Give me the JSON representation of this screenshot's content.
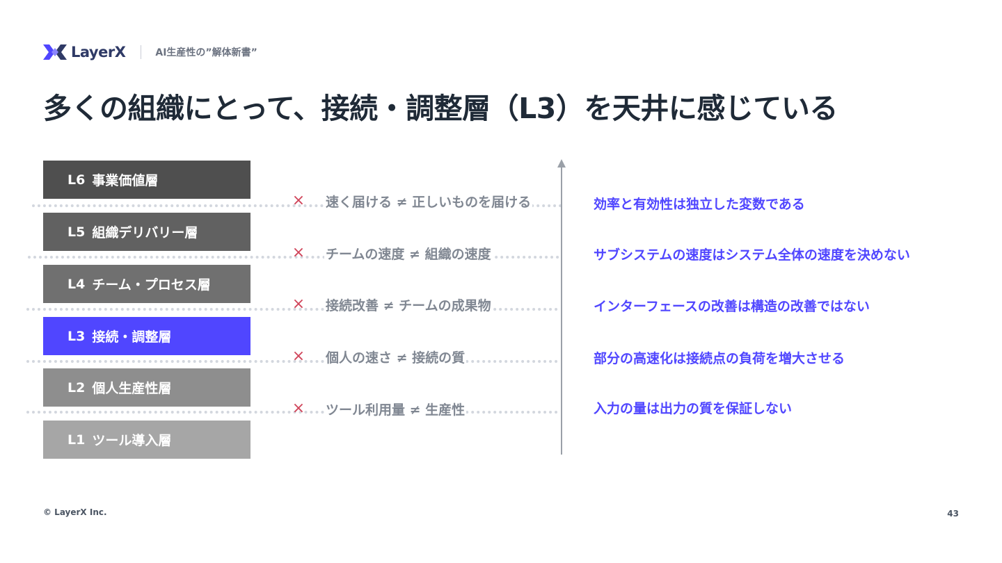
{
  "header": {
    "brand": "LayerX",
    "subtitle": "AI生産性の”解体新書”"
  },
  "title": "多くの組織にとって、接続・調整層（L3）を天井に感じている",
  "layers": [
    {
      "level": "L6",
      "name": "事業価値層",
      "color": "#4f4f4f"
    },
    {
      "level": "L5",
      "name": "組織デリバリー層",
      "color": "#616161"
    },
    {
      "level": "L4",
      "name": "チーム・プロセス層",
      "color": "#707070"
    },
    {
      "level": "L3",
      "name": "接続・調整層",
      "color": "#5046ff"
    },
    {
      "level": "L2",
      "name": "個人生産性層",
      "color": "#8e8e8e"
    },
    {
      "level": "L1",
      "name": "ツール導入層",
      "color": "#a6a6a6"
    }
  ],
  "misconceptions": [
    {
      "mark": "×",
      "text": "速く届ける ≠ 正しいものを届ける"
    },
    {
      "mark": "×",
      "text": "チームの速度 ≠ 組織の速度"
    },
    {
      "mark": "×",
      "text": "接続改善 ≠ チームの成果物"
    },
    {
      "mark": "×",
      "text": "個人の速さ ≠ 接続の質"
    },
    {
      "mark": "×",
      "text": "ツール利用量 ≠ 生産性"
    }
  ],
  "insights": [
    "効率と有効性は独立した変数である",
    "サブシステムの速度はシステム全体の速度を決めない",
    "インターフェースの改善は構造の改善ではない",
    "部分の高速化は接続点の負荷を増大させる",
    "入力の量は出力の質を保証しない"
  ],
  "footer": {
    "copyright": "© LayerX Inc.",
    "page": "43"
  },
  "colors": {
    "accent": "#5046ff",
    "cross": "#d0455a",
    "title": "#1f2a37"
  }
}
